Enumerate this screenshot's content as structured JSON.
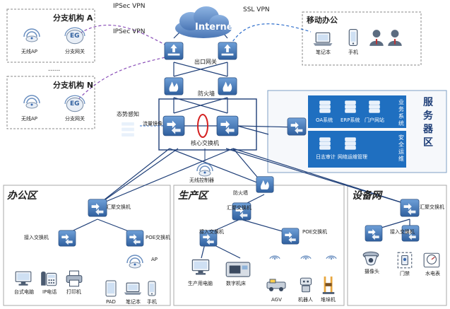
{
  "internet": "Internet",
  "vpn": {
    "ipsec_top": "IPSec VPN",
    "ipsec_mid": "IPSec VPN",
    "ssl": "SSL VPN"
  },
  "branch_a": {
    "title": "分支机构 A",
    "ap": "无线AP",
    "gw": "分支网关",
    "eg": "EG"
  },
  "ellipsis": "......",
  "branch_n": {
    "title": "分支机构 N",
    "ap": "无线AP",
    "gw": "分支网关",
    "eg": "EG"
  },
  "mobile": {
    "title": "移动办公",
    "laptop": "笔记本",
    "phone": "手机"
  },
  "core": {
    "egress": "出口网关",
    "firewall": "防火墙",
    "situational": "态势感知",
    "mirror": "流量镜像",
    "core_switch": "核心交换机",
    "wlc": "无线控制器"
  },
  "server": {
    "title": "服务器区",
    "business": "业务系统",
    "security": "安全运维",
    "oa": "OA系统",
    "erp": "ERP系统",
    "portal": "门户网站",
    "log": "日志审计",
    "netops": "网络运维管理"
  },
  "office": {
    "title": "办公区",
    "agg": "汇聚交换机",
    "access": "接入交换机",
    "poe": "POE交换机",
    "ap": "AP",
    "desktop": "台式电脑",
    "ipphone": "IP电话",
    "printer": "打印机",
    "pad": "PAD",
    "laptop": "笔记本",
    "phone": "手机"
  },
  "production": {
    "title": "生产区",
    "firewall": "防火墙",
    "agg": "汇聚交换机",
    "access": "接入交换机",
    "poe": "POE交换机",
    "pc": "生产用电脑",
    "cnc": "数字机床",
    "agv": "AGV",
    "robot": "机器人",
    "stacker": "堆垛机"
  },
  "equipment": {
    "title": "设备网",
    "agg": "汇聚交换机",
    "access": "接入交换机",
    "camera": "摄像头",
    "door": "门禁",
    "meter": "水电表"
  }
}
